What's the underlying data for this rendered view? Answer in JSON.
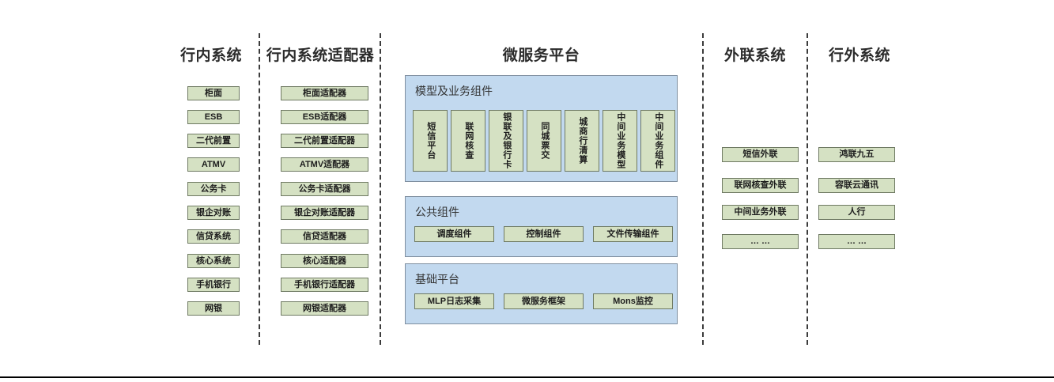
{
  "columns": {
    "internal": {
      "title": "行内系统",
      "items": [
        "柜面",
        "ESB",
        "二代前置",
        "ATMV",
        "公务卡",
        "银企对账",
        "信贷系统",
        "核心系统",
        "手机银行",
        "网银"
      ]
    },
    "adapter": {
      "title": "行内系统适配器",
      "items": [
        "柜面适配器",
        "ESB适配器",
        "二代前置适配器",
        "ATMV适配器",
        "公务卡适配器",
        "银企对账适配器",
        "信贷适配器",
        "核心适配器",
        "手机银行适配器",
        "网银适配器"
      ]
    },
    "platform": {
      "title": "微服务平台",
      "panels": [
        {
          "title": "模型及业务组件",
          "orientation": "vertical",
          "items": [
            "短信平台",
            "联网核查",
            "银联及银行卡",
            "同城票交",
            "城商行清算",
            "中间业务模型",
            "中间业务组件"
          ]
        },
        {
          "title": "公共组件",
          "orientation": "horizontal",
          "items": [
            "调度组件",
            "控制组件",
            "文件传输组件"
          ]
        },
        {
          "title": "基础平台",
          "orientation": "horizontal",
          "items": [
            "MLP日志采集",
            "微服务框架",
            "Mons监控"
          ]
        }
      ]
    },
    "external_link": {
      "title": "外联系统",
      "items": [
        "短信外联",
        "联网核查外联",
        "中间业务外联",
        "… …"
      ]
    },
    "outside": {
      "title": "行外系统",
      "items": [
        "鸿联九五",
        "容联云通讯",
        "人行",
        "… …"
      ]
    }
  },
  "colors": {
    "node_fill": "#d5e1c3",
    "node_border": "#6f7a63",
    "panel_fill": "#c2d9ef",
    "panel_border": "#7f8fa0",
    "separator": "#3c3c3c",
    "title_text": "#2b2b2b"
  }
}
